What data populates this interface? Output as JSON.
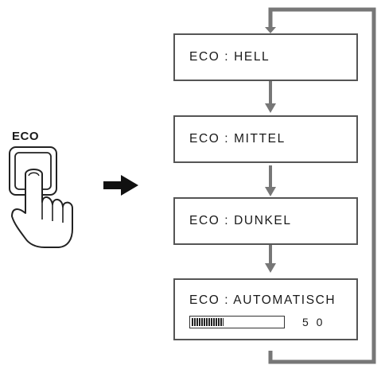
{
  "eco_button": {
    "label": "ECO"
  },
  "modes": [
    {
      "label": "ECO : HELL"
    },
    {
      "label": "ECO : MITTEL"
    },
    {
      "label": "ECO : DUNKEL"
    },
    {
      "label": "ECO : AUTOMATISCH"
    }
  ],
  "auto_level": {
    "fraction": 0.35,
    "value_text": "5 0"
  },
  "colors": {
    "line": "#777777",
    "box_border": "#555555",
    "text": "#1a1a1a"
  },
  "icons": [
    "hand-pressing-icon",
    "right-arrow-icon"
  ]
}
